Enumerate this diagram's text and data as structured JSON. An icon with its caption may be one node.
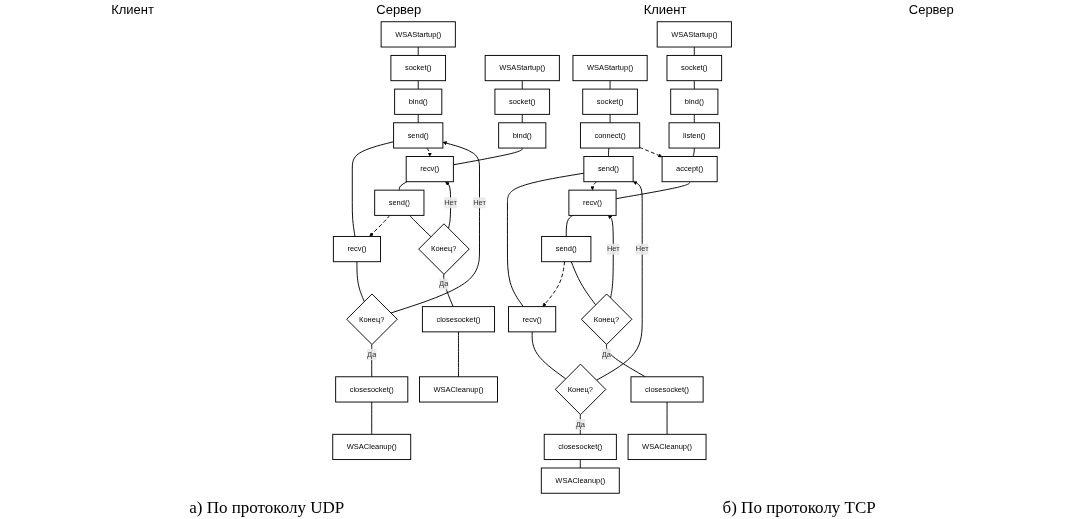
{
  "diagram": {
    "nodes": [
      {
        "text": [
          "WSAStartup()"
        ]
      },
      {
        "text": [
          "socket()"
        ]
      },
      {
        "text": [
          "bind()"
        ]
      },
      {
        "text": [
          "send()"
        ]
      },
      {
        "text": [
          "recv()"
        ]
      },
      {
        "text": [
          "Конец?"
        ]
      },
      {
        "text": [
          "closesocket()"
        ]
      },
      {
        "text": [
          "WSACleanup()"
        ]
      },
      {
        "text": [
          "WSAStartup()"
        ]
      },
      {
        "text": [
          "socket()"
        ]
      },
      {
        "text": [
          "bind()"
        ]
      },
      {
        "text": [
          "recv()"
        ]
      },
      {
        "text": [
          "send()"
        ]
      },
      {
        "text": [
          "Конец?"
        ]
      },
      {
        "text": [
          "closesocket()"
        ]
      },
      {
        "text": [
          "WSACleanup()"
        ]
      },
      {
        "text": [
          "WSAStartup()"
        ]
      },
      {
        "text": [
          "socket()"
        ]
      },
      {
        "text": [
          "connect()"
        ]
      },
      {
        "text": [
          "send()"
        ]
      },
      {
        "text": [
          "recv()"
        ]
      },
      {
        "text": [
          "Конец?"
        ]
      },
      {
        "text": [
          "closesocket()"
        ]
      },
      {
        "text": [
          "WSACleanup()"
        ]
      },
      {
        "text": [
          "WSAStartup()"
        ]
      },
      {
        "text": [
          "socket()"
        ]
      },
      {
        "text": [
          "bind()"
        ]
      },
      {
        "text": [
          "listen()"
        ]
      },
      {
        "text": [
          "accept()"
        ]
      },
      {
        "text": [
          "recv()"
        ]
      },
      {
        "text": [
          "send()"
        ]
      },
      {
        "text": [
          "Конец?"
        ]
      },
      {
        "text": [
          "closesocket()"
        ]
      },
      {
        "text": [
          "WSACleanup()"
        ]
      }
    ],
    "edges": [
      {
        "from": 0,
        "to": 1,
        "arrow": "none"
      },
      {
        "from": 1,
        "to": 2,
        "arrow": "none"
      },
      {
        "from": 2,
        "to": 3,
        "arrow": "none"
      },
      {
        "from": 3,
        "to": 4,
        "arrow": "none"
      },
      {
        "from": 4,
        "to": 5,
        "arrow": "none"
      },
      {
        "from": 5,
        "to": 3,
        "arrow": "to",
        "label": "Нет"
      },
      {
        "from": 5,
        "to": 6,
        "arrow": "none",
        "label": "Да"
      },
      {
        "from": 6,
        "to": 7,
        "arrow": "none"
      },
      {
        "from": 3,
        "to": 11,
        "arrow": "to",
        "style": "dashed"
      },
      {
        "from": 12,
        "to": 4,
        "arrow": "to",
        "style": "dashed"
      },
      {
        "from": 8,
        "to": 9,
        "arrow": "none"
      },
      {
        "from": 9,
        "to": 10,
        "arrow": "none"
      },
      {
        "from": 10,
        "to": 11,
        "arrow": "none"
      },
      {
        "from": 11,
        "to": 12,
        "arrow": "none"
      },
      {
        "from": 12,
        "to": 13,
        "arrow": "none"
      },
      {
        "from": 13,
        "to": 11,
        "arrow": "to",
        "label": "Нет"
      },
      {
        "from": 13,
        "to": 14,
        "arrow": "none",
        "label": "Да"
      },
      {
        "from": 14,
        "to": 15,
        "arrow": "none"
      },
      {
        "from": 16,
        "to": 17,
        "arrow": "none"
      },
      {
        "from": 17,
        "to": 18,
        "arrow": "none"
      },
      {
        "from": 18,
        "to": 19,
        "arrow": "none"
      },
      {
        "from": 19,
        "to": 20,
        "arrow": "none"
      },
      {
        "from": 20,
        "to": 21,
        "arrow": "none"
      },
      {
        "from": 21,
        "to": 19,
        "arrow": "to",
        "label": "Нет"
      },
      {
        "from": 21,
        "to": 22,
        "arrow": "none",
        "label": "Да"
      },
      {
        "from": 22,
        "to": 23,
        "arrow": "none"
      },
      {
        "from": 18,
        "to": 28,
        "arrow": "to",
        "style": "dashed"
      },
      {
        "from": 19,
        "to": 29,
        "arrow": "to",
        "style": "dashed"
      },
      {
        "from": 30,
        "to": 20,
        "arrow": "to",
        "style": "dashed"
      },
      {
        "from": 24,
        "to": 25,
        "arrow": "none"
      },
      {
        "from": 25,
        "to": 26,
        "arrow": "none"
      },
      {
        "from": 26,
        "to": 27,
        "arrow": "none"
      },
      {
        "from": 27,
        "to": 28,
        "arrow": "none"
      },
      {
        "from": 28,
        "to": 29,
        "arrow": "none"
      },
      {
        "from": 29,
        "to": 30,
        "arrow": "none"
      },
      {
        "from": 30,
        "to": 31,
        "arrow": "none"
      },
      {
        "from": 31,
        "to": 29,
        "arrow": "to",
        "label": "Нет"
      },
      {
        "from": 31,
        "to": 32,
        "arrow": "none",
        "label": "Да"
      },
      {
        "from": 32,
        "to": 33,
        "arrow": "none"
      }
    ],
    "labels": [
      "Клиент",
      "Сервер",
      "Клиент",
      "Сервер",
      "а) По протоколу UDP",
      "б) По протоколу TCP"
    ]
  }
}
